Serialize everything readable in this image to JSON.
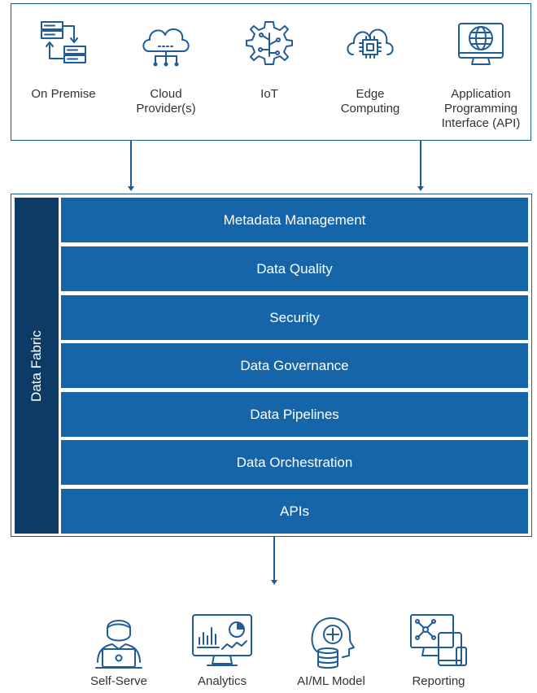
{
  "sources": [
    {
      "label": "On Premise",
      "icon": "server-transfer-icon"
    },
    {
      "label": "Cloud Provider(s)",
      "icon": "cloud-network-icon"
    },
    {
      "label": "IoT",
      "icon": "circuit-gear-icon"
    },
    {
      "label": "Edge Computing",
      "icon": "cloud-chip-icon"
    },
    {
      "label": "Application Programming Interface (API)",
      "icon": "globe-monitor-icon"
    }
  ],
  "fabric": {
    "title": "Data Fabric",
    "layers": [
      "Metadata Management",
      "Data Quality",
      "Security",
      "Data Governance",
      "Data Pipelines",
      "Data Orchestration",
      "APIs"
    ]
  },
  "consumers": [
    {
      "label": "Self-Serve",
      "icon": "person-laptop-icon"
    },
    {
      "label": "Analytics",
      "icon": "dashboard-monitor-icon"
    },
    {
      "label": "AI/ML Model",
      "icon": "head-database-icon"
    },
    {
      "label": "Reporting",
      "icon": "multi-device-icon"
    }
  ],
  "colors": {
    "border": "#1f5c99",
    "layer": "#1565a8",
    "side": "#0d3b66"
  }
}
